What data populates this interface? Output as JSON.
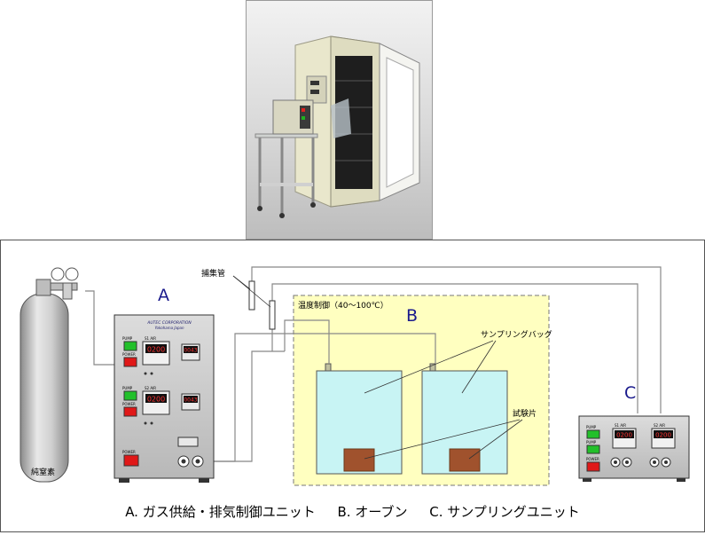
{
  "labels": {
    "A": "A",
    "B": "B",
    "C": "C",
    "collection_tube": "捕集管",
    "temperature_control": "温度制御（40～100℃）",
    "sampling_bag": "サンプリングバッグ",
    "specimen": "試験片",
    "nitrogen": "純窒素"
  },
  "unit_a": {
    "brand": "AUTEC CORPORATION",
    "location": "Yokohama Japan",
    "pump_label": "PUMP",
    "power_label": "POWER",
    "ch1_label": "S1 AIR",
    "ch2_label": "S2 AIR",
    "display_value": "0200",
    "small_display": "0043"
  },
  "unit_c": {
    "pump_label": "PUMP",
    "power_label": "POWER",
    "ch1_label": "S1 AIR",
    "ch2_label": "S2 AIR",
    "display_value": "0200"
  },
  "legend": {
    "a": "A. ガス供給・排気制御ユニット",
    "b": "B. オーブン",
    "c": "C. サンプリングユニット"
  },
  "colors": {
    "oven_fill": "#ffffc0",
    "bag_fill": "#c8f4f4",
    "specimen_fill": "#a0522d",
    "label_blue": "#1a1a8c",
    "green_button": "#22c02a",
    "red_button": "#e01818"
  }
}
